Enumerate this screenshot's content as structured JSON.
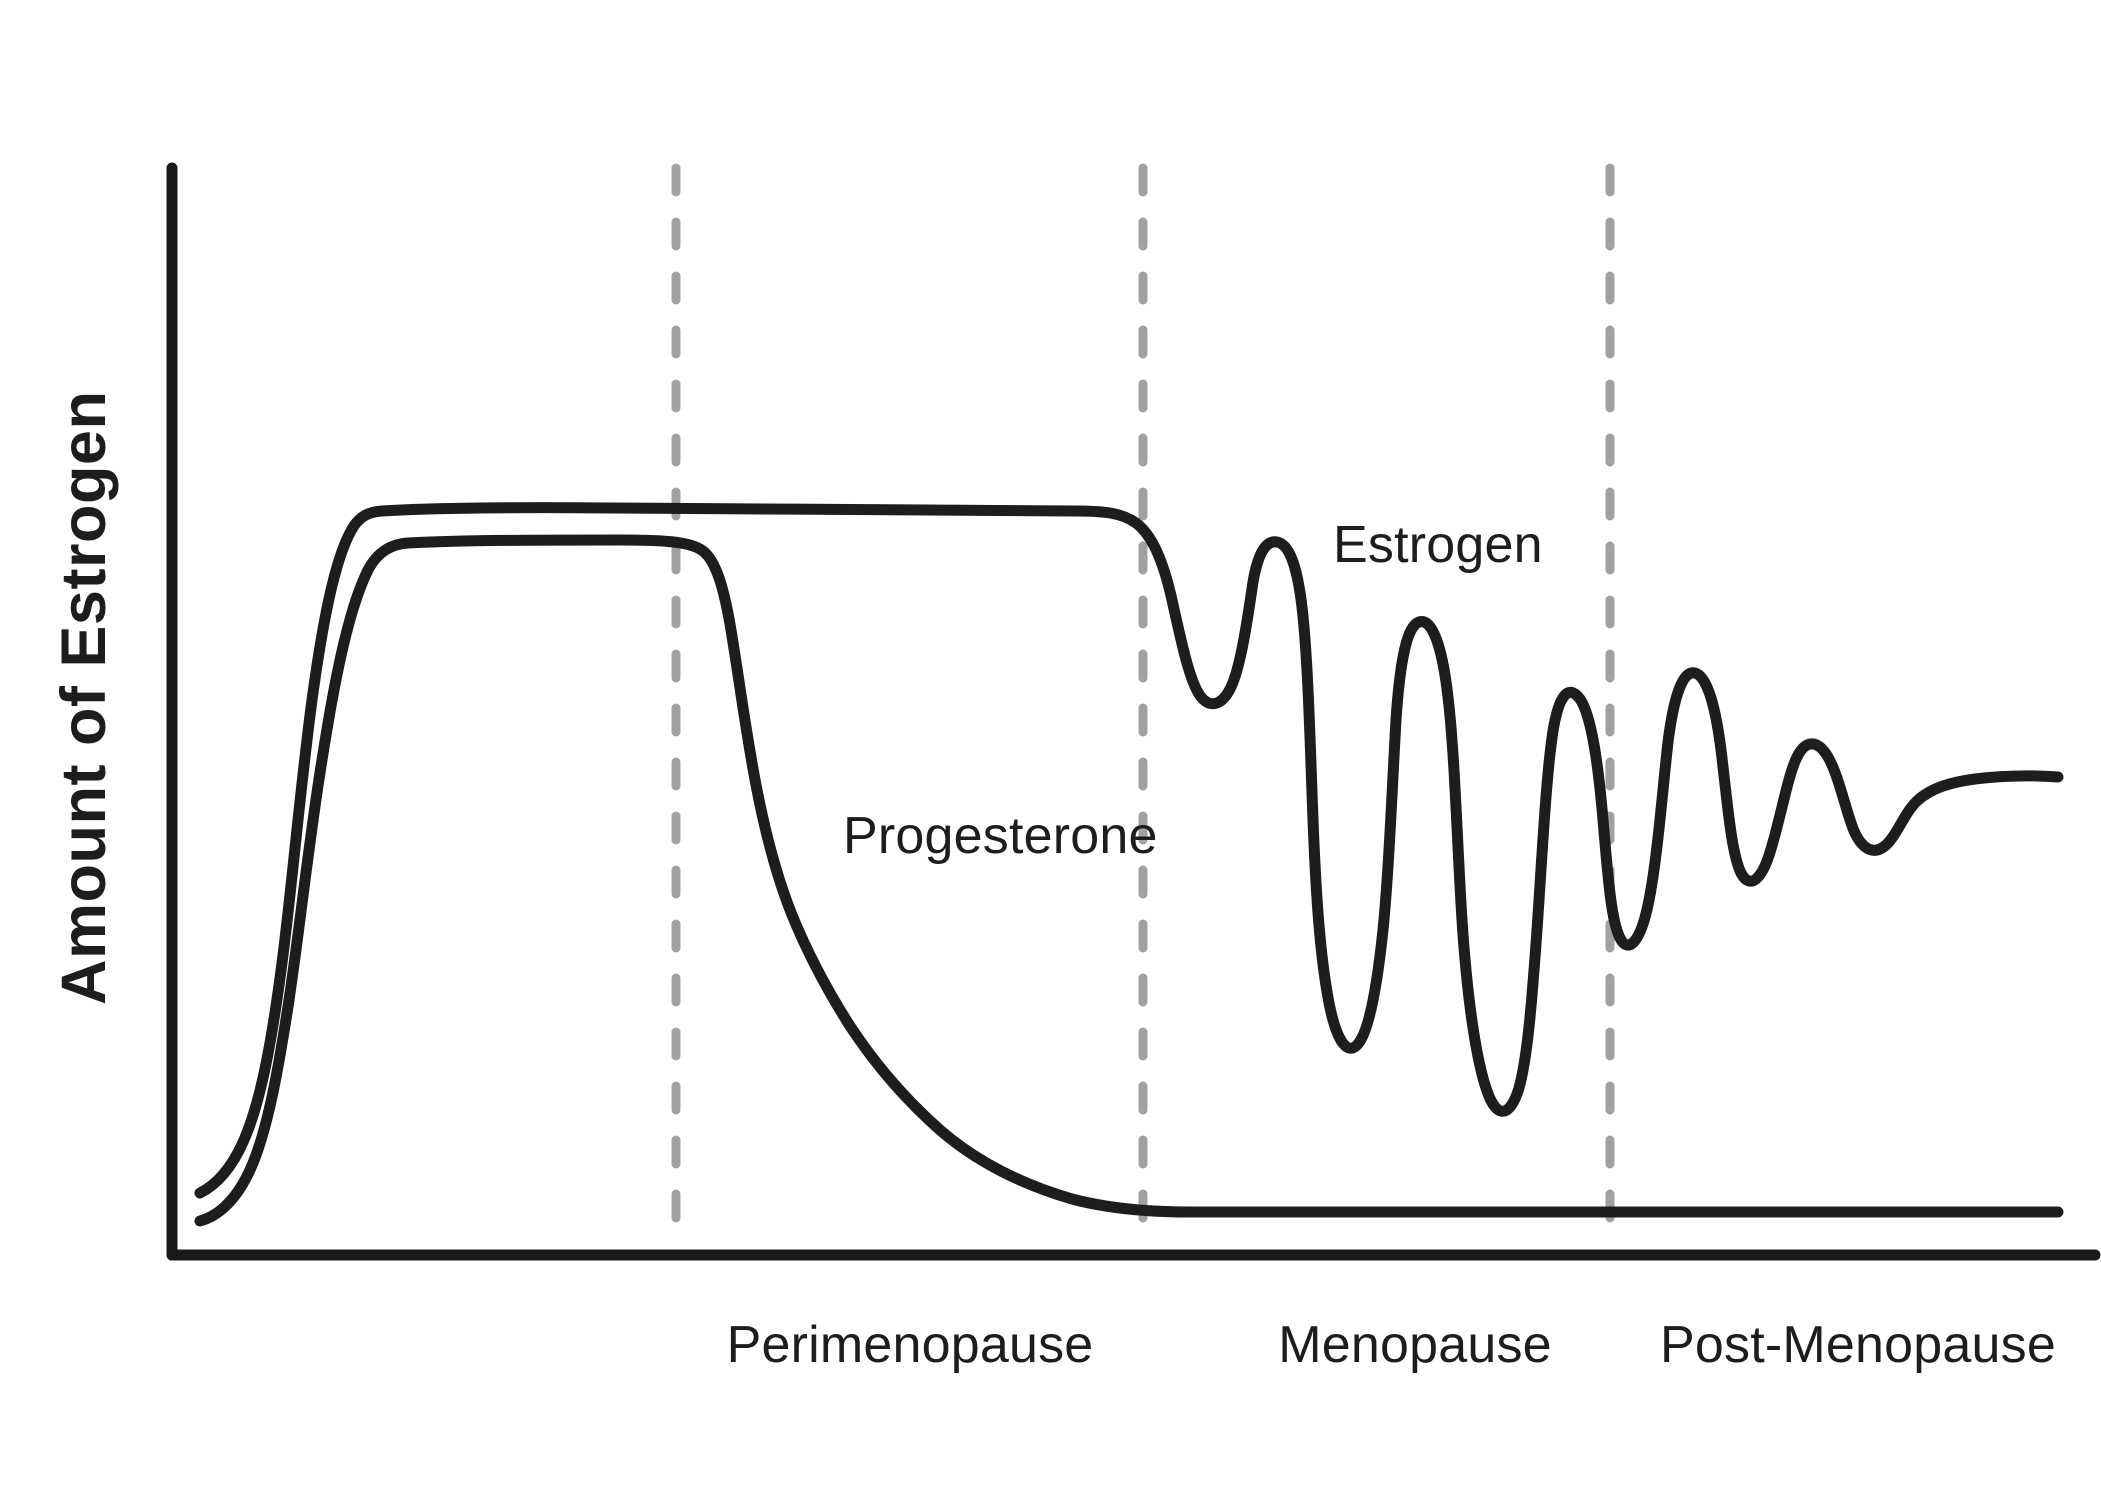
{
  "chart_data": {
    "type": "line",
    "title": "",
    "subtitle": "",
    "xlabel": "",
    "ylabel": "Amount of Estrogen",
    "grid": false,
    "legend_position": "inline-annotations",
    "xlim": [
      0,
      100
    ],
    "ylim": [
      0,
      100
    ],
    "axis_tick_labels": {
      "x": [],
      "y": []
    },
    "phases": [
      {
        "name": "Perimenopause",
        "label": "Perimenopause",
        "x_start": 27.4,
        "x_end": 51.6
      },
      {
        "name": "Menopause",
        "label": "Menopause",
        "x_start": 51.6,
        "x_end": 75.9
      },
      {
        "name": "Post-Menopause",
        "label": "Post-Menopause",
        "x_start": 75.9,
        "x_end": 100
      }
    ],
    "phase_divider_x": [
      27.4,
      51.6,
      75.9
    ],
    "annotations": [
      {
        "text": "Estrogen",
        "x": 64.0,
        "y": 66.5
      },
      {
        "text": "Progesterone",
        "x": 41.5,
        "y": 41.5
      }
    ],
    "series": [
      {
        "name": "Estrogen",
        "color": "#1d1d1d",
        "description": "Rises steeply in the reproductive years, holds a high plateau through perimenopause, then drops and fluctuates wildly during menopause before settling at a low-moderate level in post-menopause.",
        "x": [
          0.3,
          1.4,
          3.0,
          5.0,
          7.8,
          9.5,
          11.0,
          15.0,
          25.0,
          35.0,
          45.0,
          50.5,
          51.6,
          53.0,
          54.5,
          56.0,
          57.4,
          58.8,
          60.3,
          62.0,
          64.5,
          66.2,
          67.8,
          69.4,
          70.8,
          72.2,
          73.6,
          75.0,
          75.9,
          77.2,
          78.7,
          80.3,
          82.0,
          84.0,
          86.0,
          88.5,
          91.0,
          94.0,
          97.0,
          100.0
        ],
        "y": [
          23.0,
          24.0,
          29.0,
          42.0,
          62.0,
          72.0,
          77.5,
          78.5,
          79.0,
          79.3,
          79.5,
          79.5,
          78.0,
          66.0,
          51.5,
          62.0,
          78.0,
          62.0,
          20.0,
          51.0,
          72.0,
          42.0,
          64.5,
          6.0,
          58.5,
          69.0,
          33.5,
          63.5,
          71.0,
          48.0,
          35.0,
          44.0,
          57.5,
          49.5,
          40.5,
          41.0,
          50.0,
          52.5,
          53.0,
          52.5
        ]
      },
      {
        "name": "Progesterone",
        "color": "#1d1d1d",
        "description": "Rises steeply alongside estrogen, holds a high plateau until early perimenopause, then falls sharply and decays exponentially to near-zero by menopause, staying flat thereafter.",
        "x": [
          0.3,
          1.6,
          3.2,
          5.2,
          8.0,
          10.0,
          11.5,
          15.0,
          22.0,
          26.5,
          28.5,
          30.0,
          31.5,
          33.0,
          35.0,
          37.5,
          40.0,
          43.0,
          46.0,
          49.0,
          51.6,
          55.0,
          60.0,
          70.0,
          80.0,
          90.0,
          100.0
        ],
        "y": [
          19.0,
          20.0,
          25.0,
          38.0,
          58.0,
          68.0,
          75.5,
          76.5,
          76.5,
          76.0,
          72.0,
          62.0,
          50.0,
          41.0,
          35.0,
          29.0,
          24.5,
          19.5,
          15.5,
          12.5,
          10.5,
          8.5,
          7.5,
          7.0,
          7.0,
          7.0,
          7.0
        ]
      }
    ]
  },
  "axes": {
    "y_axis_title": "Amount of Estrogen",
    "x_axis_title": ""
  },
  "phase_labels": {
    "perimenopause": "Perimenopause",
    "menopause": "Menopause",
    "post_menopause": "Post-Menopause"
  },
  "series_labels": {
    "estrogen": "Estrogen",
    "progesterone": "Progesterone"
  },
  "colors": {
    "line": "#1d1d1d",
    "axis": "#1a1a1a",
    "divider": "#a0a0a5",
    "background": "#ffffff"
  }
}
